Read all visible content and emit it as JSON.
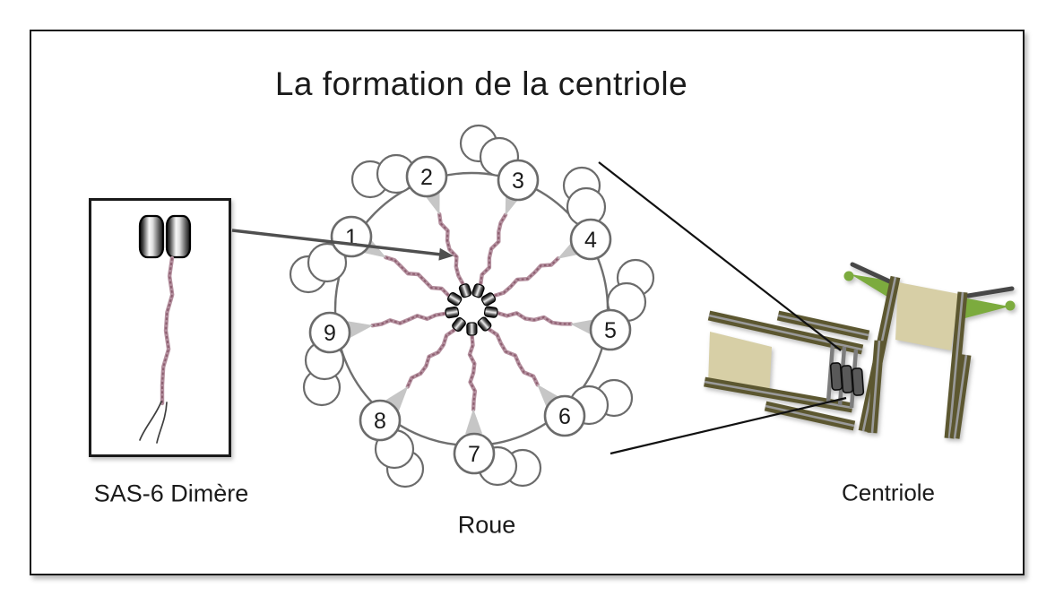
{
  "title": "La formation de la centriole",
  "figures": {
    "dimer": {
      "label": "SAS-6 Dimère"
    },
    "wheel": {
      "label": "Roue",
      "numbers": [
        "1",
        "2",
        "3",
        "4",
        "5",
        "6",
        "7",
        "8",
        "9"
      ],
      "spoke_count": 9,
      "hub_subunits": 9
    },
    "centriole": {
      "label": "Centriole"
    }
  },
  "icons": {
    "pointer_arrow": "arrow-right",
    "connector_lines": "straight-line"
  },
  "colors": {
    "ink": "#1b1b1b",
    "frame": "#1a1a1a",
    "rim_stroke": "#6f6f6f",
    "circle_stroke": "#6b6b6b",
    "spoke_light": "#b48f9e",
    "spoke_dark": "#8d5f70",
    "wedge": "#c6c6c6",
    "arrow": "#4f4f4f",
    "connector": "#111111",
    "olive": "#5c5730",
    "bar_gap": "#9a9a9a",
    "tan": "#d7cfa6",
    "green": "#7cab3e",
    "dark_bar": "#474747",
    "rod": "#7d7d7d",
    "box_fill": "#595959"
  }
}
